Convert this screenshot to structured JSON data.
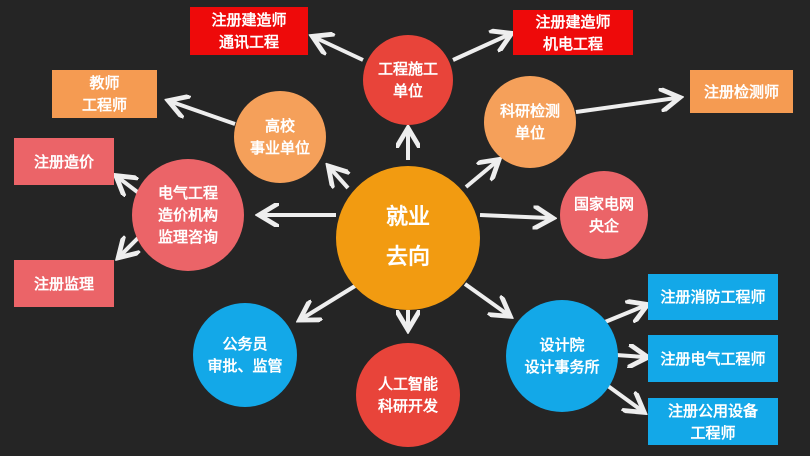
{
  "center": {
    "label": "就业\n去向",
    "color": "#f29b11"
  },
  "nodes": [
    {
      "id": "construction",
      "label": "工程施工\n单位",
      "color": "#e8443a"
    },
    {
      "id": "university",
      "label": "高校\n事业单位",
      "color": "#f5a05a"
    },
    {
      "id": "research",
      "label": "科研检测\n单位",
      "color": "#f5a05a"
    },
    {
      "id": "cost-consult",
      "label": "电气工程\n造价机构\n监理咨询",
      "color": "#eb6468"
    },
    {
      "id": "state-grid",
      "label": "国家电网\n央企",
      "color": "#eb6468"
    },
    {
      "id": "civil-service",
      "label": "公务员\n审批、监管",
      "color": "#13a8e8"
    },
    {
      "id": "ai",
      "label": "人工智能\n科研开发",
      "color": "#e8443a"
    },
    {
      "id": "design",
      "label": "设计院\n设计事务所",
      "color": "#13a8e8"
    }
  ],
  "boxes": [
    {
      "label": "注册建造师\n通讯工程"
    },
    {
      "label": "注册建造师\n机电工程"
    },
    {
      "label": "教师\n工程师"
    },
    {
      "label": "注册检测师"
    },
    {
      "label": "注册造价"
    },
    {
      "label": "注册监理"
    },
    {
      "label": "注册消防工程师"
    },
    {
      "label": "注册电气工程师"
    },
    {
      "label": "注册公用设备\n工程师"
    }
  ]
}
